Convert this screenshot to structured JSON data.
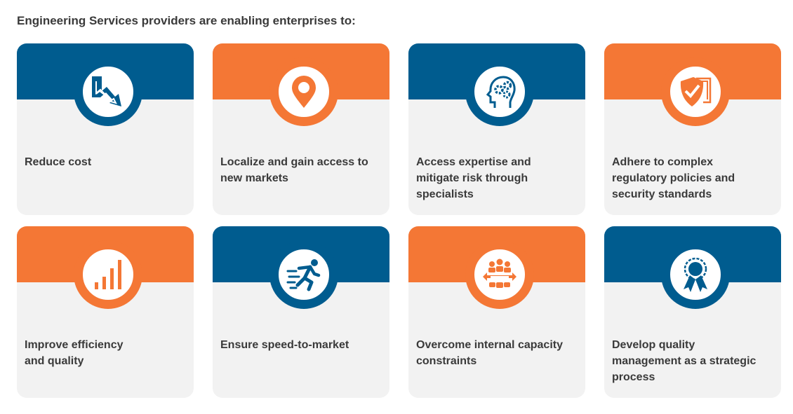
{
  "heading": "Engineering Services providers are enabling enterprises to:",
  "colors": {
    "blue": "#005c8f",
    "orange": "#f47735",
    "card_bg": "#f2f2f2",
    "text": "#3a3a3a"
  },
  "cards": [
    {
      "label": "Reduce cost",
      "icon": "downward-trend-icon",
      "theme": "blue"
    },
    {
      "label": "Localize and gain access to\nnew markets",
      "icon": "location-pin-icon",
      "theme": "orange"
    },
    {
      "label": "Access expertise and\nmitigate risk through\nspecialists",
      "icon": "head-gears-icon",
      "theme": "blue"
    },
    {
      "label": "Adhere to complex\nregulatory policies and\nsecurity standards",
      "icon": "shield-check-icon",
      "theme": "orange"
    },
    {
      "label": "Improve efficiency\nand quality",
      "icon": "bar-growth-icon",
      "theme": "orange"
    },
    {
      "label": "Ensure speed-to-market",
      "icon": "runner-icon",
      "theme": "blue"
    },
    {
      "label": "Overcome internal capacity\nconstraints",
      "icon": "team-table-icon",
      "theme": "orange"
    },
    {
      "label": "Develop quality\nmanagement as a strategic\nprocess",
      "icon": "award-ribbon-icon",
      "theme": "blue"
    }
  ]
}
